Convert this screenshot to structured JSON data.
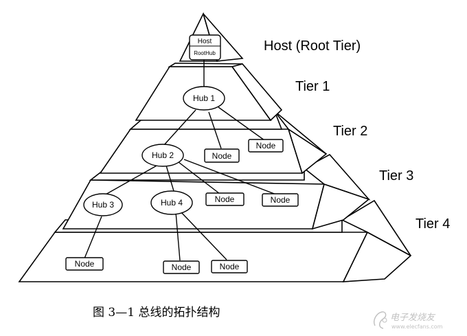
{
  "diagram": {
    "host": {
      "title": "Host",
      "sub": "RootHub"
    },
    "hubs": [
      "Hub 1",
      "Hub 2",
      "Hub 3",
      "Hub 4"
    ],
    "node_label": "Node",
    "tiers": [
      "Host (Root Tier)",
      "Tier 1",
      "Tier 2",
      "Tier 3",
      "Tier 4"
    ]
  },
  "caption": "图 3—1 总线的拓扑结构",
  "watermark": "电子发烧友 www.elecfans.com"
}
